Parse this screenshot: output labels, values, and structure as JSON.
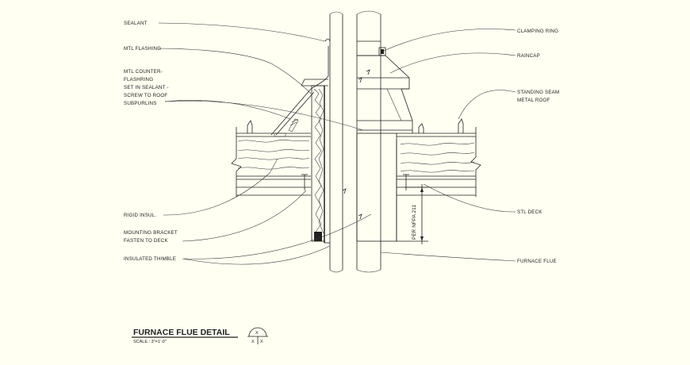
{
  "labels": {
    "sealant": "SEALANT",
    "mtl_flashing": "MTL FLASHING",
    "counter_1": "MTL COUNTER-",
    "counter_2": "FLASHRING",
    "counter_3": "SET IN SEALANT -",
    "counter_4": "SCREW TO ROOF",
    "counter_5": "SUBPURLINS",
    "rigid_insul": "RIGID INSUL.",
    "bracket_1": "MOUNTING BRACKET",
    "bracket_2": "FASTEN TO DECK",
    "thimble": "INSULATED THIMBLE",
    "clamping_ring": "CLAMPING RING",
    "raincap": "RAINCAP",
    "roof_1": "STANDING SEAM",
    "roof_2": "METAL ROOF",
    "stl_deck": "STL DECK",
    "furnace_flue": "FURNACE FLUE",
    "dimension": "PER NFPA 211"
  },
  "title_block": {
    "title": "FURNACE FLUE DETAIL",
    "scale": "SCALE : 3\"=1'-0\"",
    "symbol_top": "X",
    "symbol_left": "X",
    "symbol_right": "X"
  },
  "colors": {
    "background": "#fffff2",
    "line": "#222222"
  }
}
